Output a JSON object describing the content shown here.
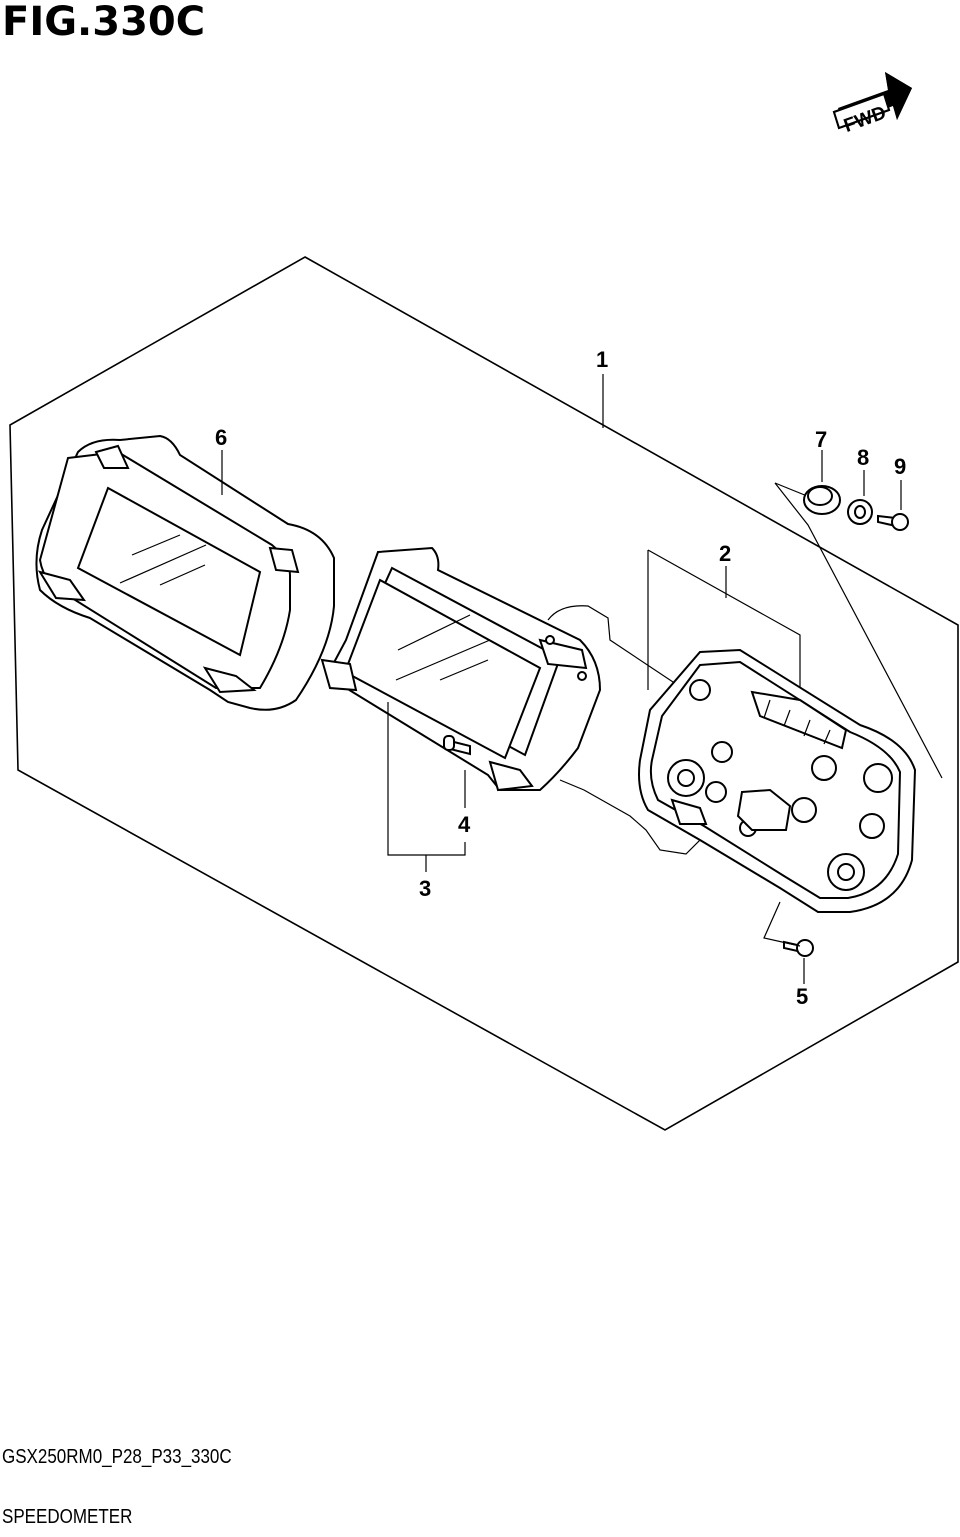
{
  "figure": {
    "title": "FIG.330C",
    "model_code": "GSX250RM0_P28_P33_330C",
    "name": "SPEEDOMETER",
    "direction_label": "FWD"
  },
  "callouts": [
    {
      "id": "1",
      "label": "1"
    },
    {
      "id": "2",
      "label": "2"
    },
    {
      "id": "3",
      "label": "3"
    },
    {
      "id": "4",
      "label": "4"
    },
    {
      "id": "5",
      "label": "5"
    },
    {
      "id": "6",
      "label": "6"
    },
    {
      "id": "7",
      "label": "7"
    },
    {
      "id": "8",
      "label": "8"
    },
    {
      "id": "9",
      "label": "9"
    }
  ]
}
